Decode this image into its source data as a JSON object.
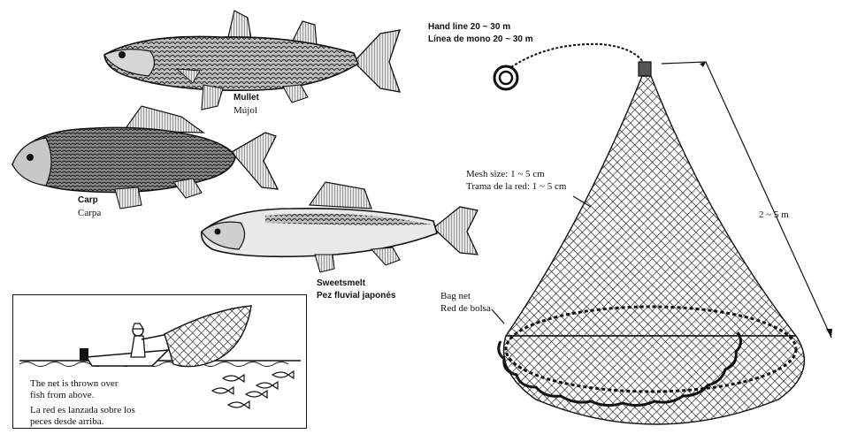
{
  "fish": {
    "mullet": {
      "name_en": "Mullet",
      "name_es": "Mújol"
    },
    "carp": {
      "name_en": "Carp",
      "name_es": "Carpa"
    },
    "sweetsmelt": {
      "name_en": "Sweetsmelt",
      "name_es": "Pez fluvial japonés"
    }
  },
  "net": {
    "hand_line_en": "Hand line 20 ~ 30 m",
    "hand_line_es": "Línea de mono 20 ~ 30 m",
    "mesh_size_en": "Mesh size: 1 ~ 5 cm",
    "mesh_size_es": "Trama de la red: 1 ~ 5 cm",
    "bag_net_en": "Bag net",
    "bag_net_es": "Red de bolsa",
    "height": "2 ~ 5 m"
  },
  "inset": {
    "caption_en_line1": "The net is thrown over",
    "caption_en_line2": "fish from above.",
    "caption_es_line1": "La red es lanzada sobre los",
    "caption_es_line2": "peces desde arriba."
  }
}
